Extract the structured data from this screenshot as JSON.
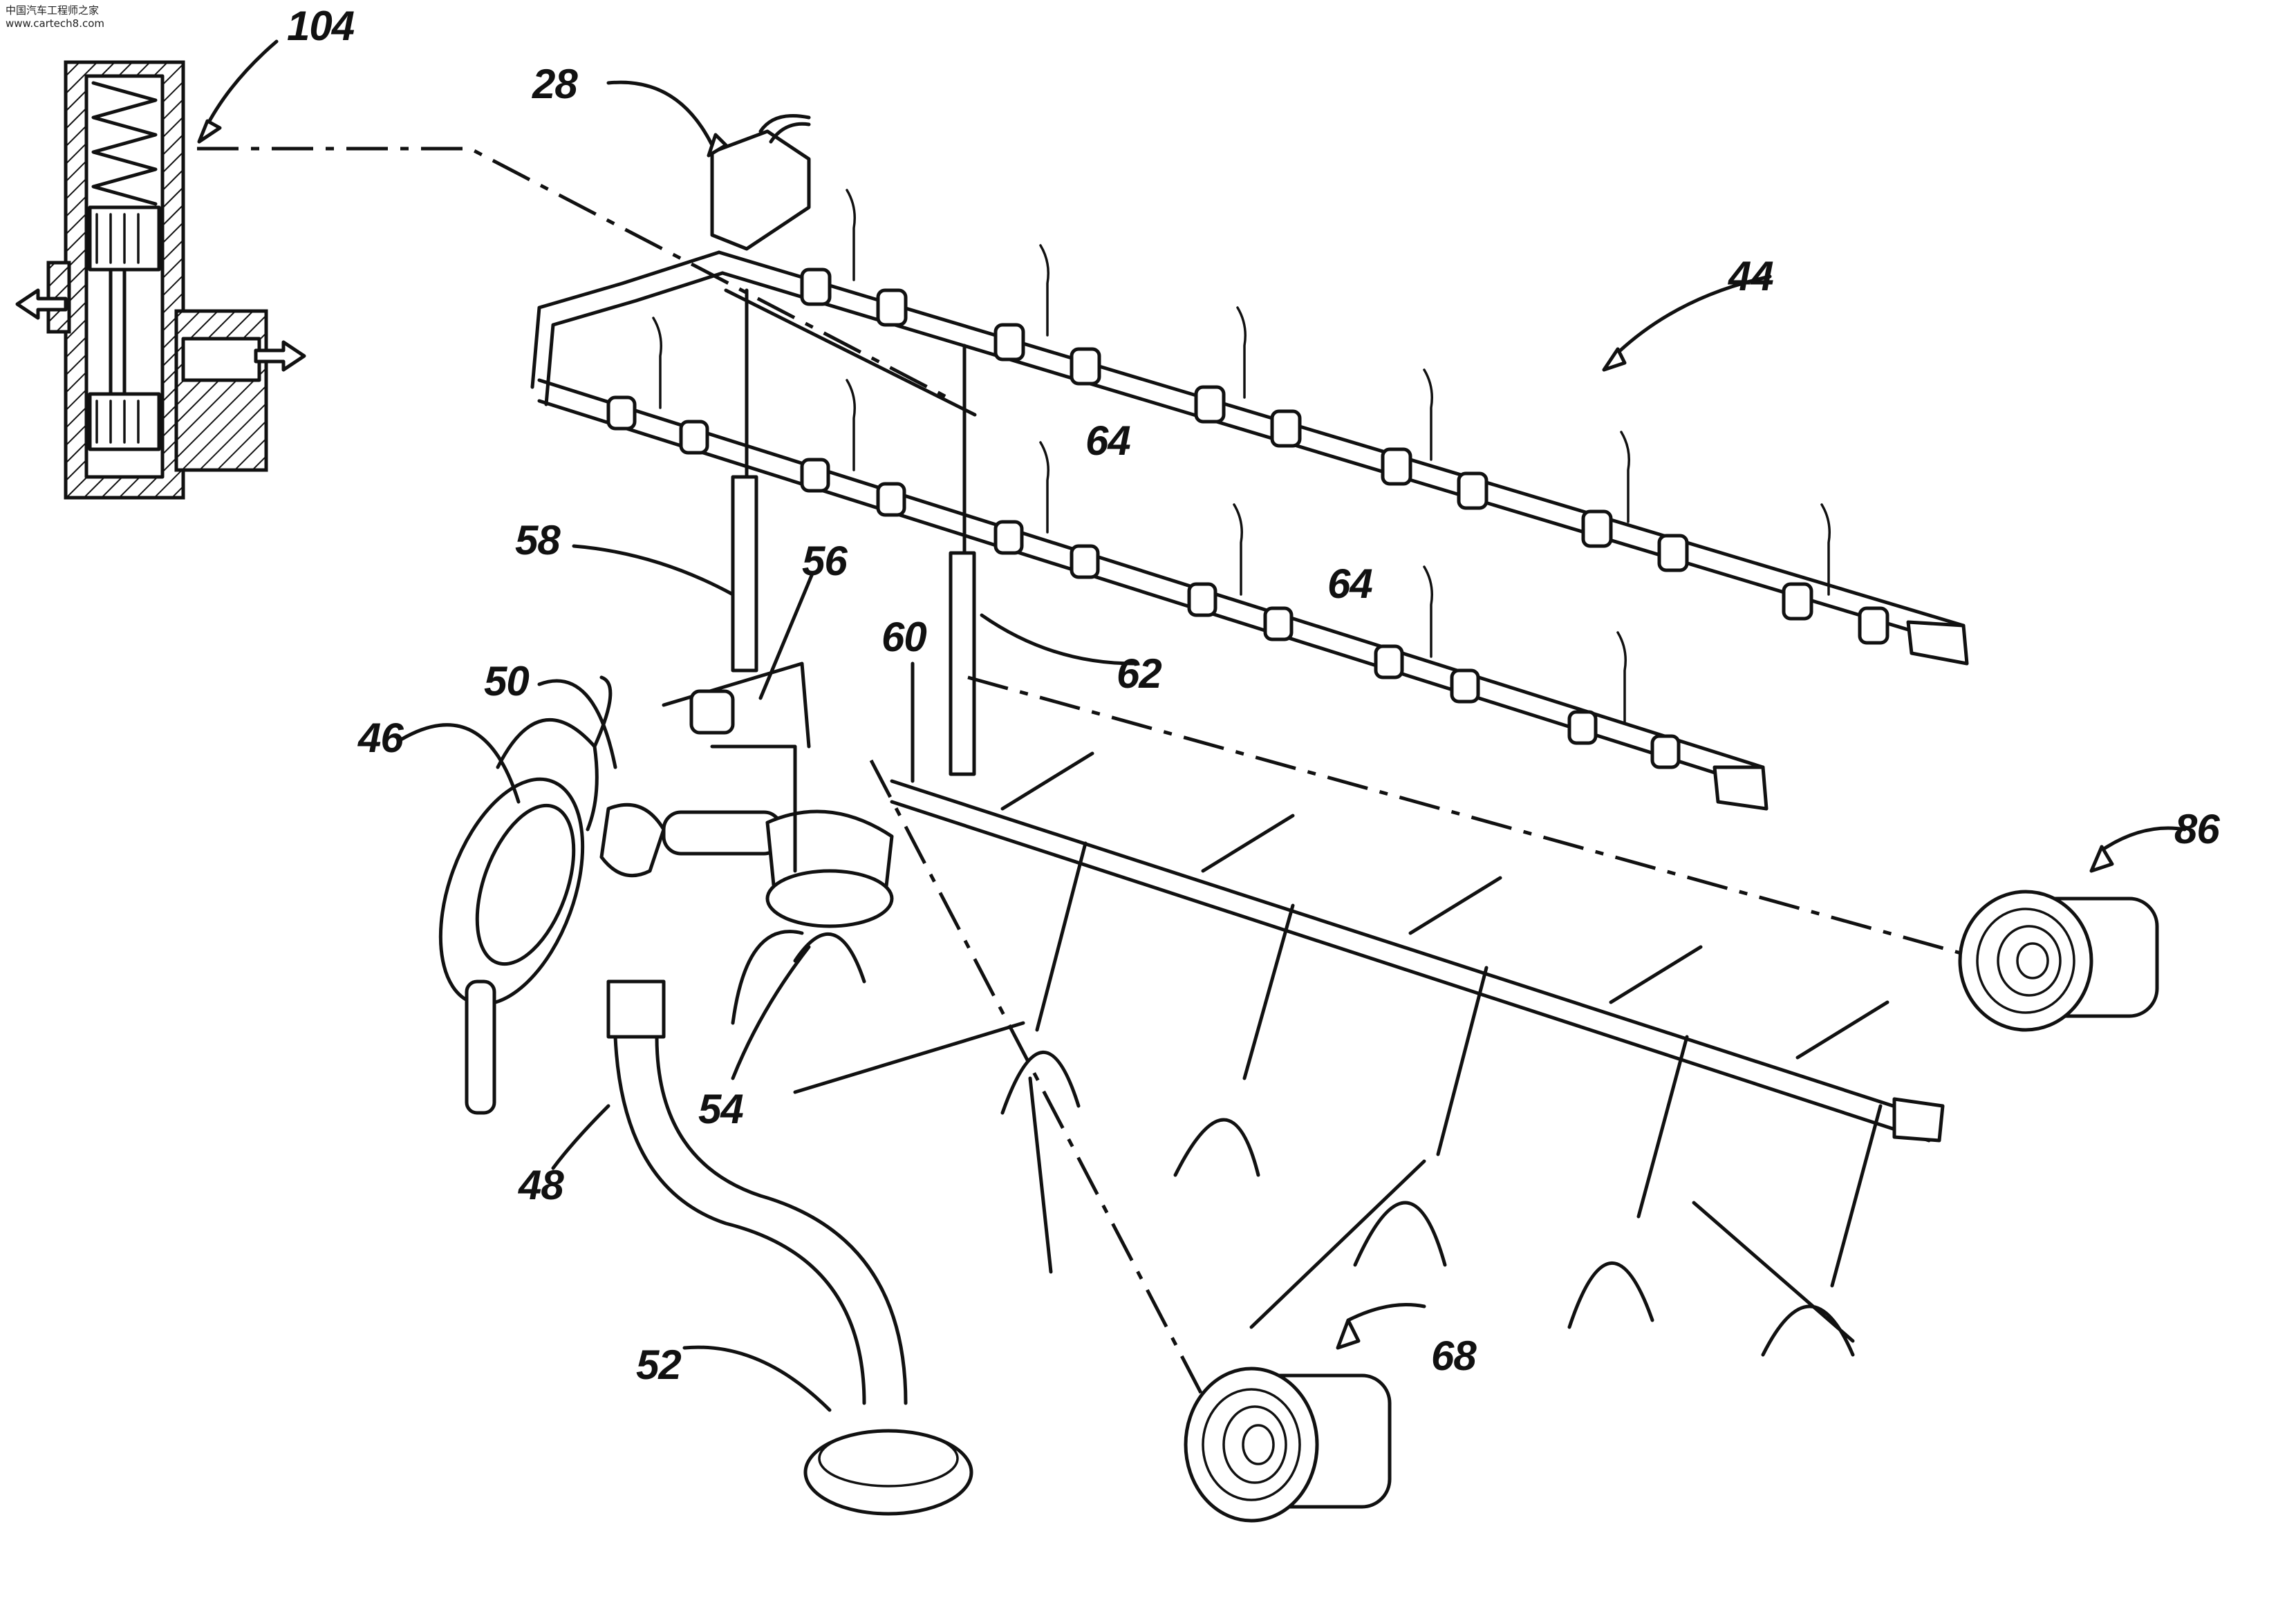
{
  "watermark": {
    "line1": "中国汽车工程师之家",
    "line2": "www.cartech8.com"
  },
  "labels": {
    "r104": "104",
    "r28": "28",
    "r44": "44",
    "r64a": "64",
    "r64b": "64",
    "r58": "58",
    "r56": "56",
    "r60": "60",
    "r62": "62",
    "r50": "50",
    "r46": "46",
    "r54": "54",
    "r48": "48",
    "r86": "86",
    "r68": "68",
    "r52": "52"
  }
}
